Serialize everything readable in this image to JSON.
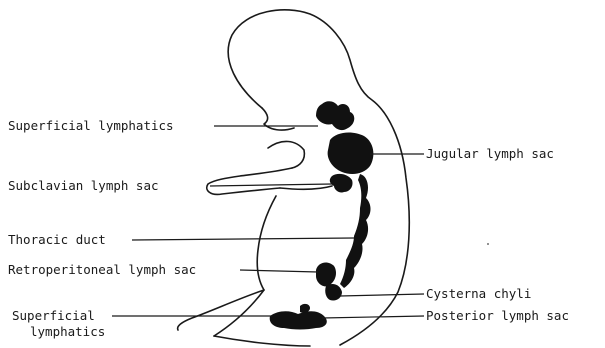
{
  "labels": {
    "superficial_lymphatics_top": "Superficial lymphatics",
    "subclavian_lymph_sac": "Subclavian lymph sac",
    "thoracic_duct": "Thoracic duct",
    "retroperitoneal_lymph_sac": "Retroperitoneal lymph sac",
    "superficial_lymphatics_bottom_line1": "Superficial",
    "superficial_lymphatics_bottom_line2": "lymphatics",
    "jugular_lymph_sac": "Jugular lymph sac",
    "cysterna_chyli": "Cysterna chyli",
    "posterior_lymph_sac": "Posterior lymph sac"
  }
}
